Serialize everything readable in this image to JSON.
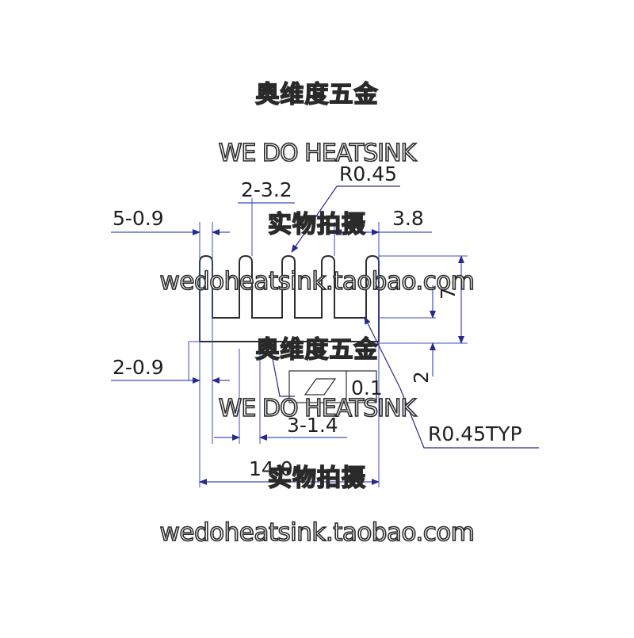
{
  "watermark": {
    "cn_brand": "奥维度五金",
    "en_brand": "WE DO HEATSINK",
    "cn_photo": "实物拍摄",
    "url": "wedoheatsink.taobao.com"
  },
  "dimensions": {
    "radius_top": "R0.45",
    "fin_pitch": "2-3.2",
    "fin_thickness": "5-0.9",
    "end_width": "3.8",
    "height_total": "7",
    "base_thickness": "2",
    "side_wall": "2-0.9",
    "flatness": "0.1",
    "gap_width": "3-1.4",
    "radius_typ": "R0.45TYP",
    "overall_width": "14.0"
  },
  "colors": {
    "outline": "#2e2e2e",
    "dimension": "#3b4fbf"
  }
}
